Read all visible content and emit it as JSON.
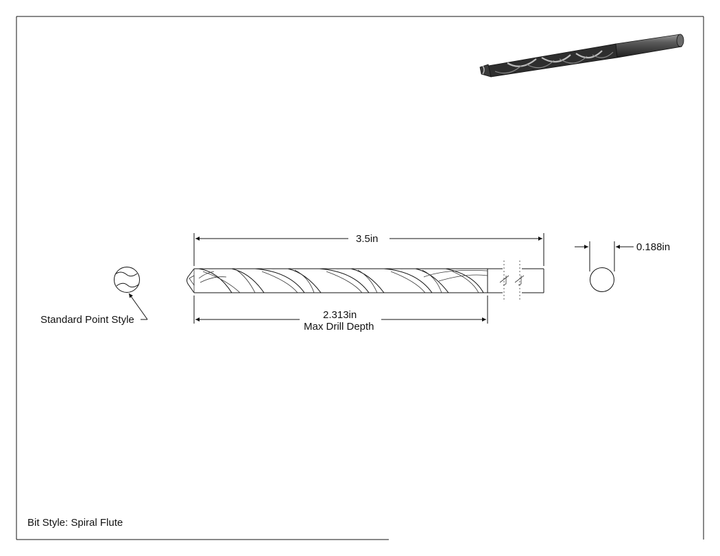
{
  "dimensions": {
    "overall_length": "3.5in",
    "max_drill_depth_value": "2.313in",
    "max_drill_depth_caption": "Max Drill Depth",
    "diameter": "0.188in"
  },
  "callouts": {
    "point_style": "Standard Point Style"
  },
  "footer": {
    "bit_style": "Bit Style: Spiral Flute"
  }
}
